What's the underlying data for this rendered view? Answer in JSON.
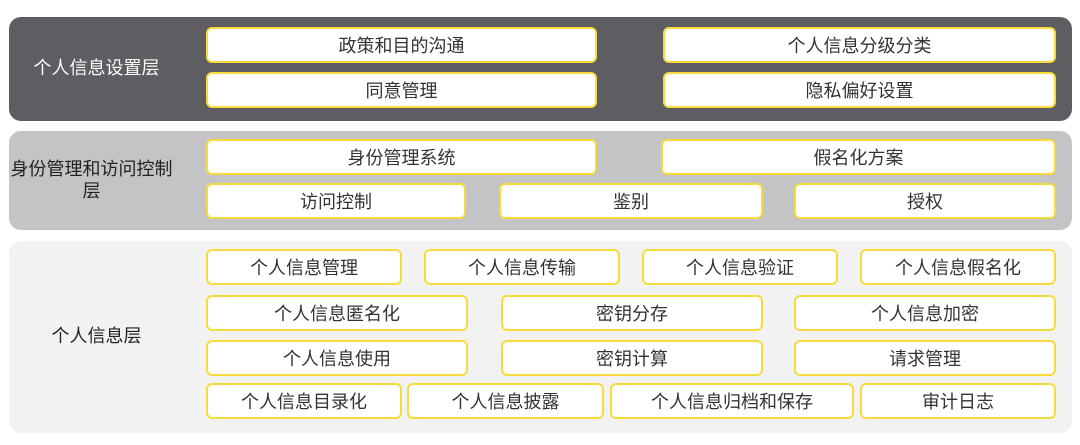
{
  "layers": [
    {
      "label": "个人信息设置层",
      "rows": [
        [
          "政策和目的沟通",
          "个人信息分级分类"
        ],
        [
          "同意管理",
          "隐私偏好设置"
        ]
      ]
    },
    {
      "label": "身份管理和访问控制层",
      "rows": [
        [
          "身份管理系统",
          "假名化方案"
        ],
        [
          "访问控制",
          "鉴别",
          "授权"
        ]
      ]
    },
    {
      "label": "个人信息层",
      "rows": [
        [
          "个人信息管理",
          "个人信息传输",
          "个人信息验证",
          "个人信息假名化"
        ],
        [
          "个人信息匿名化",
          "密钥分存",
          "个人信息加密"
        ],
        [
          "个人信息使用",
          "密钥计算",
          "请求管理"
        ],
        [
          "个人信息目录化",
          "个人信息披露",
          "个人信息归档和保存",
          "审计日志"
        ]
      ]
    }
  ],
  "colors": {
    "layer1_bg": "#5e5d62",
    "layer2_bg": "#c4c4c6",
    "layer3_bg": "#f2f2f3",
    "box_border": "#f5dc3c"
  }
}
